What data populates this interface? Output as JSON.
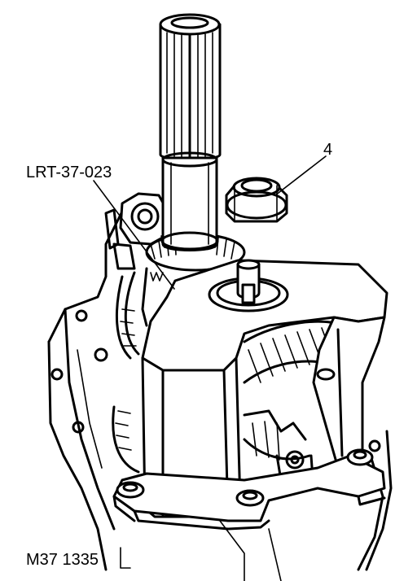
{
  "labels": {
    "tool_callout": "LRT-37-023",
    "part_callout": "4",
    "figure_id": "M37 1335"
  }
}
